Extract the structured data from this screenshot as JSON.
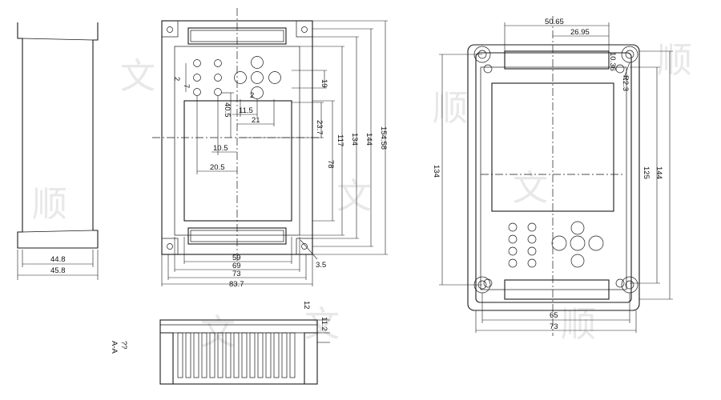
{
  "side_view": {
    "dim_inner": "44.8",
    "dim_outer": "45.8"
  },
  "front_view": {
    "dim_59": "59",
    "dim_69": "69",
    "dim_73": "73",
    "dim_83_7": "83.7",
    "dim_3_5": "3.5",
    "dim_19": "19",
    "dim_23_7": "23.7",
    "dim_117": "117",
    "dim_134": "134",
    "dim_144": "144",
    "dim_154_58": "154.58",
    "dim_78": "78",
    "dim_11_5": "11.5",
    "dim_21": "21",
    "dim_10_5": "10.5",
    "dim_20_5": "20.5",
    "dim_40_5": "40.5",
    "dim_2_a": "2",
    "dim_7": "7",
    "dim_2_b": "2"
  },
  "section_view": {
    "label": "A-A",
    "label_mark": "??",
    "dim_12": "12",
    "dim_11_2": "11.2"
  },
  "back_view": {
    "dim_50_65": "50.65",
    "dim_26_95": "26.95",
    "dim_10_36": "10.36",
    "dim_r2_3": "R2.3",
    "dim_134": "134",
    "dim_125": "125",
    "dim_144": "144",
    "dim_65": "65",
    "dim_73": "73"
  }
}
